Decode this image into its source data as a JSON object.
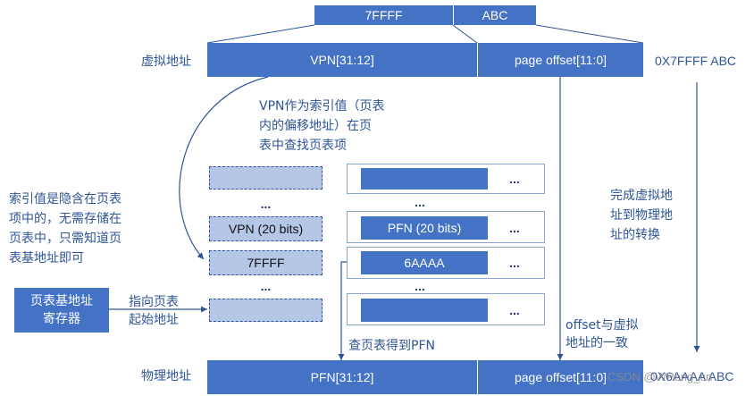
{
  "top": {
    "hex_high": "7FFFF",
    "hex_low": "ABC"
  },
  "virtual": {
    "label": "虚拟地址",
    "vpn": "VPN[31:12]",
    "offset": "page offset[11:0]",
    "value": "0X7FFFF ABC"
  },
  "physical": {
    "label": "物理地址",
    "pfn": "PFN[31:12]",
    "offset": "page offset[11:0]",
    "value": "0X6AAAA ABC",
    "watermark": "CSDN @WPeng_cn"
  },
  "annotations": {
    "vpn_index": [
      "VPN作为索引值（页表",
      "内的偏移地址）在页",
      "表中查找页表项"
    ],
    "index_implicit": [
      "索引值是隐含在页表",
      "项中的，无需存储在",
      "页表中，只需知道页",
      "表基地址即可"
    ],
    "complete": [
      "完成虚拟地",
      "址到物理地",
      "址的转换"
    ],
    "pointer": [
      "指向页表",
      "起始地址"
    ],
    "get_pfn": "查页表得到PFN",
    "offset_same": [
      "offset与虚拟",
      "地址的一致"
    ]
  },
  "register": [
    "页表基地址",
    "寄存器"
  ],
  "page_table": {
    "vpn_entry": "VPN (20 bits)",
    "vpn_value": "7FFFF",
    "pfn_entry": "PFN (20 bits)",
    "pfn_value": "6AAAA",
    "ellipsis": "..."
  },
  "colors": {
    "primary": "#4472c4",
    "light": "#b4c7e7",
    "text": "#2f5597"
  }
}
